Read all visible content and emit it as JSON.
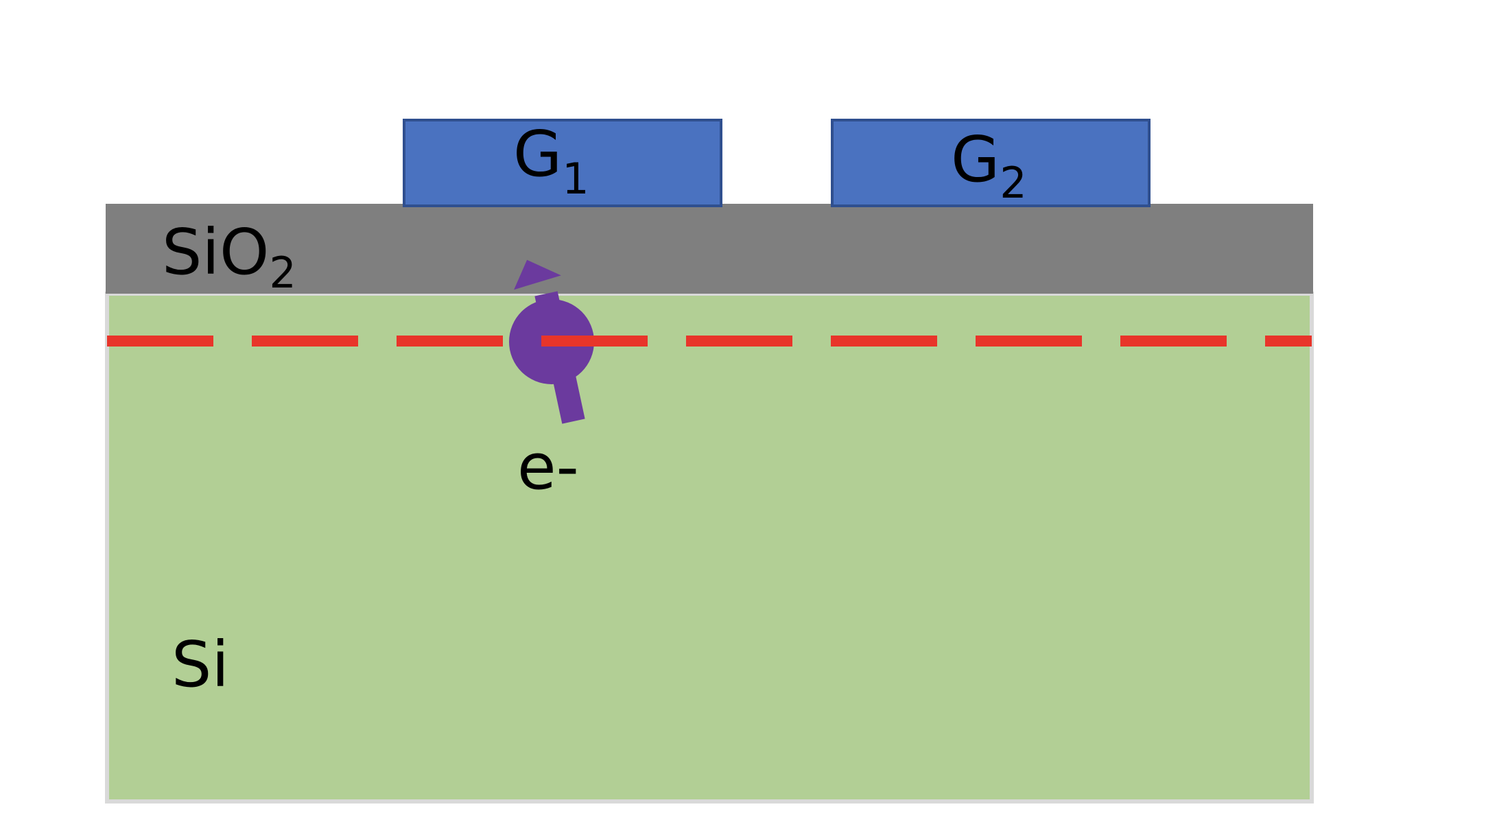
{
  "gates": [
    {
      "label": "G",
      "subscript": "1"
    },
    {
      "label": "G",
      "subscript": "2"
    }
  ],
  "oxide": {
    "label": "SiO",
    "subscript": "2"
  },
  "substrate": {
    "label": "Si"
  },
  "electron": {
    "label": "e-"
  },
  "colors": {
    "gate_fill": "#4a72c0",
    "gate_stroke": "#2f4f8f",
    "oxide_fill": "#7f7f7f",
    "substrate_fill": "#b2cf95",
    "substrate_border": "#d9d9d9",
    "interface_dash": "#e8352a",
    "electron": "#6b3a9e"
  }
}
